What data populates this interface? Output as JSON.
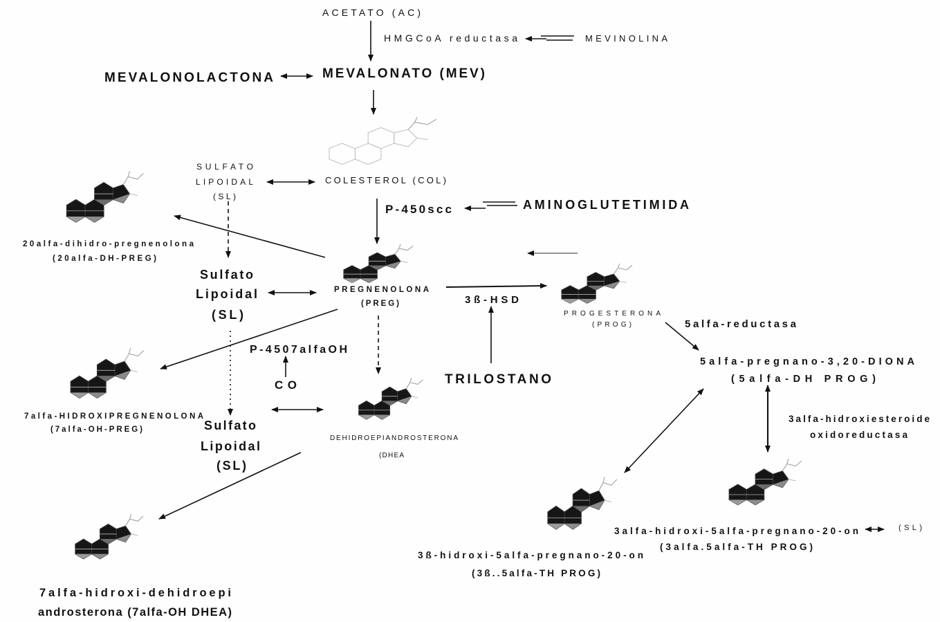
{
  "compounds": {
    "acetate": [
      "ACETATO (AC)"
    ],
    "mevalonolactone": [
      "MEVALONOLACTONA"
    ],
    "mevalonate": [
      "MEVALONATO (MEV)"
    ],
    "lipoidal_sulfate_1": [
      "SULFATO",
      "LIPOIDAL",
      "(SL)"
    ],
    "cholesterol": [
      "COLESTEROL (COL)"
    ],
    "dihydro_pregnenolone": [
      "20alfa-dihidro-pregnenolona",
      "(20alfa-DH-PREG)"
    ],
    "lipoidal_sulfate_2": [
      "Sulfato",
      "Lipoidal",
      "(SL)"
    ],
    "pregnenolone": [
      "PREGNENOLONA",
      "(PREG)"
    ],
    "progesterone": [
      "PROGESTERONA",
      "(PROG)"
    ],
    "dione": [
      "5alfa-pregnano-3,20-DIONA",
      "(5alfa-DH PROG)"
    ],
    "hydroxypregnenolone": [
      "7alfa-HIDROXIPREGNENOLONA",
      "(7alfa-OH-PREG)"
    ],
    "lipoidal_sulfate_3": [
      "Sulfato",
      "Lipoidal",
      "(SL)"
    ],
    "dhea": [
      "DEHIDROEPIANDROSTERONA",
      "(DHEA"
    ],
    "allopregnanolone": [
      "3alfa-hidroxi-5alfa-pregnano-20-on",
      "(3alfa.5alfa-TH PROG)"
    ],
    "lipoidal_sulfate_4": [
      "(SL)"
    ],
    "isopregnanolone": [
      "3ß-hidroxi-5alfa-pregnano-20-on",
      "(3ß..5alfa-TH PROG)"
    ],
    "hydroxy_dhea": [
      "7alfa-hidroxi-dehidroepi",
      "androsterona (7alfa-OH DHEA)"
    ]
  },
  "enzymes": {
    "hmgcoa_reductase": "HMGCoA reductasa",
    "p450scc": "P-450scc",
    "hsd3b": "3ß-HSD",
    "reductase_5a": "5alfa-reductasa",
    "p450_7a": "P-4507alfaOH",
    "hsd3a": [
      "3alfa-hidroxiesteroide",
      "oxidoreductasa"
    ]
  },
  "inhibitors": {
    "mevinolina": "MEVINOLINA",
    "aminoglutetimida": "AMINOGLUTETIMIDA",
    "trilostano": "TRILOSTANO",
    "co": "CO"
  }
}
